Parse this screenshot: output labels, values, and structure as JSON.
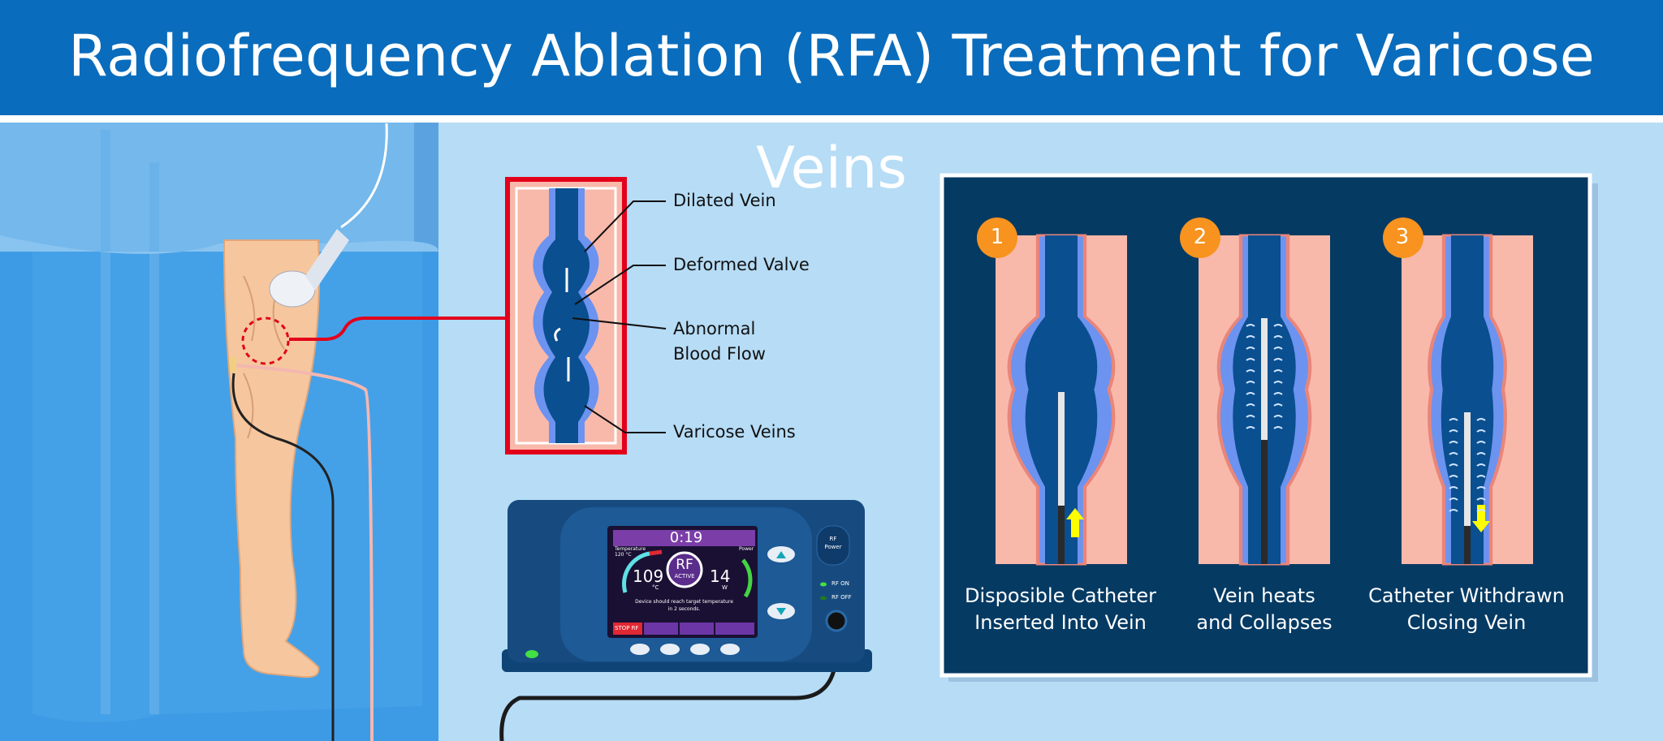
{
  "header": {
    "title": "Radiofrequency Ablation (RFA) Treatment for Varicose Veins"
  },
  "inset_labels": {
    "dilated_vein": "Dilated Vein",
    "deformed_valve": "Deformed Valve",
    "abnormal_blood_flow_1": "Abnormal",
    "abnormal_blood_flow_2": "Blood Flow",
    "varicose_veins": "Varicose Veins"
  },
  "device": {
    "timer": "0:19",
    "temperature_label": "Temperature",
    "temperature_target": "120 °C",
    "temperature_value": "109",
    "temperature_unit": "°C",
    "rf_status_1": "RF",
    "rf_status_2": "ACTIVE",
    "power_label": "Power",
    "power_value": "14",
    "power_unit": "W",
    "message_1": "Device should reach target temperature",
    "message_2": "in 2 seconds.",
    "stop_button": "STOP RF",
    "rf_power_button_1": "RF",
    "rf_power_button_2": "Power",
    "rf_on": "RF ON",
    "rf_off": "RF OFF"
  },
  "steps": [
    {
      "number": "1",
      "line1": "Disposible Catheter",
      "line2": "Inserted Into Vein"
    },
    {
      "number": "2",
      "line1": "Vein heats",
      "line2": "and Collapses"
    },
    {
      "number": "3",
      "line1": "Catheter Withdrawn",
      "line2": "Closing Vein"
    }
  ],
  "colors": {
    "header": "#0a6cbc",
    "background": "#b6dcf6",
    "panel": "#053a63",
    "step_badge": "#f7931e",
    "tissue": "#f8b9aa",
    "vein_wall": "#6c93f0",
    "inset_border": "#e3001b"
  }
}
